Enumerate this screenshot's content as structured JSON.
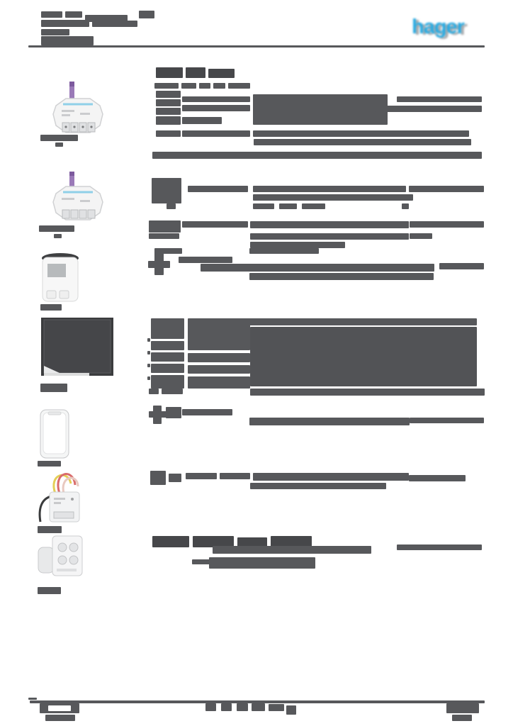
{
  "brand": {
    "logo_text": "hager",
    "logo_color": "#29abe2",
    "logo_shadow": "#a7a9ac"
  },
  "colors": {
    "page_bg": "#ffffff",
    "bar": "#57585b",
    "bar_dark": "#46474a",
    "rule": "#57585b"
  },
  "redactions": {
    "header_title": [
      [
        58,
        16,
        30,
        9
      ],
      [
        92,
        16,
        24,
        9
      ],
      [
        120,
        21,
        60,
        10
      ],
      [
        196,
        15,
        22,
        11
      ],
      [
        58,
        28,
        68,
        10
      ],
      [
        130,
        29,
        64,
        9
      ],
      [
        58,
        41,
        40,
        9
      ],
      [
        58,
        51,
        74,
        13
      ]
    ],
    "header_rule": [
      [
        40,
        64,
        644,
        3
      ]
    ],
    "section_heading": [
      [
        220,
        95,
        38,
        15,
        "#46474a"
      ],
      [
        262,
        95,
        28,
        15,
        "#46474a"
      ],
      [
        294,
        97,
        37,
        13,
        "#46474a"
      ]
    ],
    "product1_caption": [
      [
        57,
        190,
        53,
        9
      ],
      [
        78,
        201,
        11,
        6
      ]
    ],
    "product1_text": [
      [
        218,
        117,
        34,
        8
      ],
      [
        256,
        117,
        21,
        8
      ],
      [
        281,
        117,
        16,
        8
      ],
      [
        301,
        117,
        17,
        8
      ],
      [
        322,
        117,
        31,
        8
      ],
      [
        220,
        128,
        35,
        10
      ],
      [
        220,
        140,
        35,
        10
      ],
      [
        220,
        152,
        35,
        10
      ],
      [
        220,
        164,
        35,
        12
      ],
      [
        257,
        136,
        96,
        8
      ],
      [
        357,
        133,
        190,
        43
      ],
      [
        560,
        136,
        120,
        8
      ],
      [
        257,
        148,
        96,
        9
      ],
      [
        530,
        149,
        150,
        9
      ],
      [
        257,
        165,
        56,
        10
      ],
      [
        220,
        184,
        35,
        9
      ],
      [
        257,
        184,
        96,
        9
      ],
      [
        357,
        184,
        305,
        9
      ],
      [
        358,
        196,
        307,
        9
      ],
      [
        215,
        214,
        465,
        10
      ]
    ],
    "product2_caption": [
      [
        55,
        318,
        50,
        9
      ],
      [
        76,
        330,
        11,
        6
      ]
    ],
    "product2_text": [
      [
        214,
        251,
        42,
        36
      ],
      [
        265,
        262,
        85,
        9
      ],
      [
        357,
        262,
        216,
        9
      ],
      [
        577,
        262,
        106,
        9
      ],
      [
        357,
        274,
        226,
        9
      ],
      [
        235,
        287,
        13,
        8
      ],
      [
        357,
        287,
        30,
        8
      ],
      [
        394,
        287,
        25,
        8
      ],
      [
        426,
        287,
        33,
        8
      ],
      [
        567,
        287,
        10,
        8
      ],
      [
        210,
        311,
        45,
        17
      ],
      [
        257,
        312,
        93,
        9
      ],
      [
        353,
        312,
        224,
        10
      ],
      [
        578,
        312,
        105,
        9
      ],
      [
        210,
        329,
        43,
        8
      ],
      [
        353,
        329,
        224,
        9
      ],
      [
        578,
        329,
        32,
        8
      ],
      [
        353,
        341,
        134,
        9
      ]
    ],
    "product3_caption": [
      [
        57,
        429,
        30,
        9
      ]
    ],
    "product3_text": [
      [
        218,
        350,
        39,
        8
      ],
      [
        352,
        350,
        98,
        8
      ],
      [
        218,
        356,
        13,
        32
      ],
      [
        209,
        368,
        31,
        10
      ],
      [
        252,
        362,
        76,
        9
      ],
      [
        283,
        372,
        330,
        11
      ],
      [
        620,
        371,
        63,
        9
      ],
      [
        352,
        385,
        260,
        10
      ]
    ],
    "product4_caption": [
      [
        57,
        541,
        38,
        12
      ]
    ],
    "product4_text": [
      [
        213,
        449,
        47,
        29
      ],
      [
        213,
        481,
        47,
        13
      ],
      [
        213,
        497,
        47,
        13
      ],
      [
        213,
        513,
        47,
        13
      ],
      [
        213,
        529,
        47,
        19
      ],
      [
        208,
        477,
        4,
        5
      ],
      [
        208,
        495,
        4,
        5
      ],
      [
        208,
        513,
        4,
        5
      ],
      [
        208,
        531,
        4,
        5
      ],
      [
        265,
        449,
        88,
        45
      ],
      [
        265,
        498,
        88,
        13
      ],
      [
        265,
        515,
        88,
        12
      ],
      [
        265,
        531,
        88,
        17
      ],
      [
        335,
        449,
        338,
        10
      ],
      [
        353,
        461,
        320,
        84,
        "#525356"
      ],
      [
        210,
        548,
        14,
        8
      ],
      [
        228,
        548,
        30,
        8
      ],
      [
        353,
        548,
        331,
        10
      ]
    ],
    "product5_caption": [
      [
        53,
        650,
        33,
        8
      ]
    ],
    "product5_text": [
      [
        216,
        572,
        12,
        26
      ],
      [
        210,
        580,
        26,
        9
      ],
      [
        234,
        574,
        22,
        16
      ],
      [
        257,
        577,
        71,
        9
      ],
      [
        352,
        589,
        226,
        11
      ],
      [
        578,
        589,
        105,
        8
      ]
    ],
    "product6_caption": [
      [
        53,
        742,
        34,
        10
      ]
    ],
    "product6_text": [
      [
        212,
        664,
        22,
        20
      ],
      [
        238,
        668,
        18,
        12
      ],
      [
        262,
        667,
        44,
        9
      ],
      [
        310,
        667,
        43,
        9
      ],
      [
        357,
        667,
        220,
        11
      ],
      [
        577,
        670,
        80,
        9
      ],
      [
        353,
        681,
        192,
        9
      ]
    ],
    "product7_caption": [
      [
        53,
        828,
        33,
        10
      ]
    ],
    "product7_text": [
      [
        215,
        756,
        52,
        16,
        "#46474a"
      ],
      [
        272,
        756,
        58,
        16,
        "#46474a"
      ],
      [
        335,
        758,
        42,
        14,
        "#46474a"
      ],
      [
        382,
        756,
        58,
        16,
        "#46474a"
      ],
      [
        300,
        770,
        224,
        11
      ],
      [
        560,
        768,
        120,
        8
      ],
      [
        271,
        789,
        50,
        7
      ],
      [
        330,
        789,
        55,
        7
      ],
      [
        295,
        786,
        150,
        16
      ]
    ],
    "footer": [
      [
        40,
        984,
        12,
        3
      ],
      [
        42,
        988,
        642,
        4
      ],
      [
        56,
        992,
        56,
        14
      ],
      [
        68,
        995,
        32,
        8,
        "#ffffff"
      ],
      [
        64,
        1008,
        42,
        9
      ],
      [
        290,
        992,
        15,
        11
      ],
      [
        312,
        992,
        15,
        11
      ],
      [
        334,
        992,
        16,
        11
      ],
      [
        355,
        992,
        19,
        11
      ],
      [
        379,
        993,
        22,
        10
      ],
      [
        404,
        995,
        14,
        13
      ],
      [
        630,
        992,
        46,
        14
      ],
      [
        638,
        1008,
        28,
        9
      ]
    ]
  }
}
